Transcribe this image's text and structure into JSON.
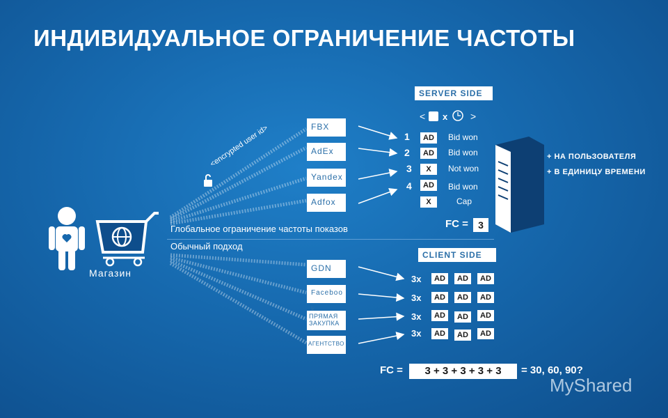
{
  "title": "ИНДИВИДУАЛЬНОЕ ОГРАНИЧЕНИЕ ЧАСТОТЫ",
  "store_label": "Магазин",
  "encrypted_label": "<encrypted user id>",
  "global_label": "Глобальное ограничение частоты показов",
  "usual_label": "Обычный подход",
  "server": {
    "title": "SERVER SIDE",
    "exchanges": [
      "FBX",
      "AdEx",
      "Yandex",
      "Adfox"
    ],
    "rows": [
      {
        "num": "1",
        "box": "AD",
        "status": "Bid won"
      },
      {
        "num": "2",
        "box": "AD",
        "status": "Bid won"
      },
      {
        "num": "3",
        "box": "X",
        "status": "Not won"
      },
      {
        "num": "4",
        "box": "AD",
        "status": "Bid won"
      },
      {
        "num": "",
        "box": "X",
        "status": "Cap"
      }
    ],
    "fc_label": "FC =",
    "fc_value": "3",
    "notes": [
      "+ НА ПОЛЬЗОВАТЕЛЯ",
      "+ В ЕДИНИЦУ ВРЕМЕНИ"
    ]
  },
  "client": {
    "title": "CLIENT SIDE",
    "exchanges": [
      "GDN",
      "Faceboo k",
      "ПРЯМАЯ ЗАКУПКА",
      "АГЕНТСТВО"
    ],
    "multiplier": "3x",
    "ad_label": "AD",
    "fc_label": "FC =",
    "fc_formula": "3 + 3 + 3 + 3 + 3",
    "fc_result": "= 30, 60, 90?"
  },
  "watermark": "MyShared",
  "colors": {
    "background": "#1668ad",
    "box": "#ffffff",
    "title_blue": "#2b6fa8"
  }
}
